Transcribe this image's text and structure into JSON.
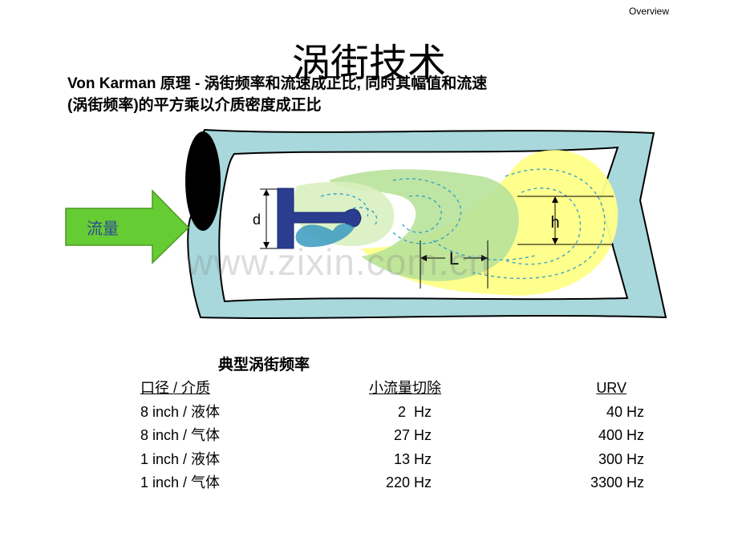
{
  "header": {
    "overview": "Overview"
  },
  "title": "涡街技术",
  "subtitle": {
    "line1": "Von Karman 原理 - 涡街频率和流速成正比, 同时其幅值和流速",
    "line2": "(涡街频率)的平方乘以介质密度成正比"
  },
  "diagram": {
    "flow_label": "流量",
    "label_d": "d",
    "label_h": "h",
    "label_L": "L",
    "watermark": "www.zixin.com.cn"
  },
  "table": {
    "title": "典型涡街频率",
    "headers": [
      "口径 / 介质",
      "小流量切除",
      "URV"
    ],
    "rows": [
      [
        "8 inch / 液体",
        "2  Hz",
        "40 Hz"
      ],
      [
        "8 inch / 气体",
        "27 Hz",
        "400 Hz"
      ],
      [
        "1 inch / 液体",
        "13 Hz",
        "300 Hz"
      ],
      [
        "1 inch / 气体",
        "220 Hz",
        "3300 Hz"
      ]
    ]
  },
  "colors": {
    "pipe": "#a8d8dc",
    "pipe_inner": "#ffffff",
    "arrow": "#66cc33",
    "bluff_body": "#2a3d8f",
    "vortex_yellow": "#ffff88",
    "vortex_green": "#b8e29a",
    "vortex_dash": "#2f9ec9"
  }
}
